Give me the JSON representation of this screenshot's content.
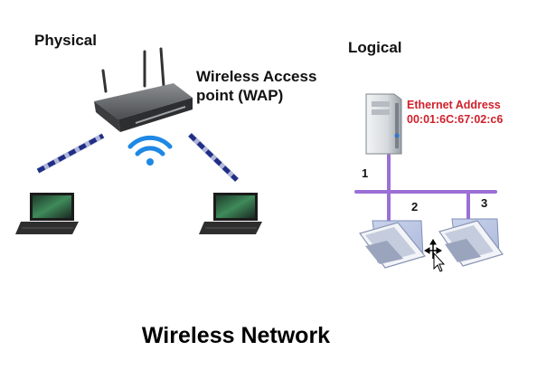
{
  "labels": {
    "physical": "Physical",
    "logical": "Logical",
    "wap_line1": "Wireless Access",
    "wap_line2": "point (WAP)",
    "ethernet_title": "Ethernet Address",
    "ethernet_address": "00:01:6C:67:02:c6",
    "segment_1": "1",
    "segment_2": "2",
    "segment_3": "3",
    "title": "Wireless Network"
  },
  "colors": {
    "bus_line": "#9b6fd6",
    "radio_dash": "#1f2f86",
    "wifi_icon": "#1e88e5",
    "ethernet_text": "#d0202a"
  },
  "icons": [
    "router-icon",
    "wifi-icon",
    "laptop-icon",
    "server-tower-icon",
    "move-cursor-icon"
  ]
}
